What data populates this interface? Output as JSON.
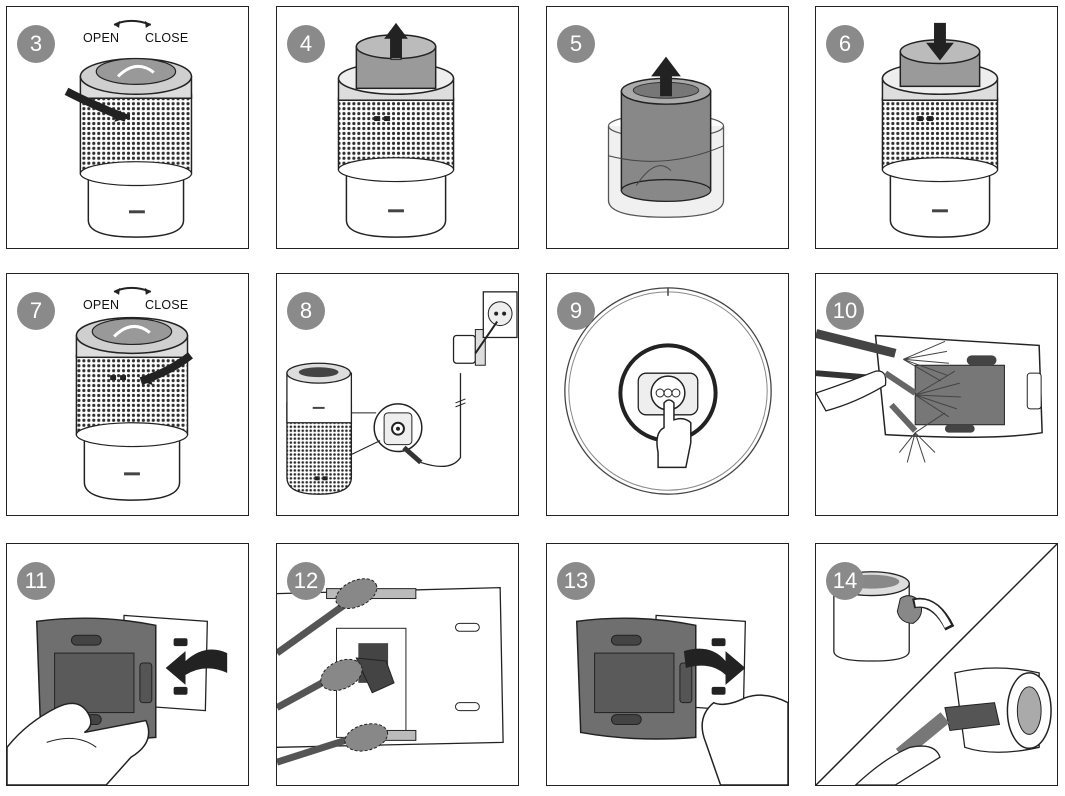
{
  "steps": [
    {
      "number": "3",
      "labels": {
        "open": "OPEN",
        "close": "CLOSE"
      }
    },
    {
      "number": "4"
    },
    {
      "number": "5"
    },
    {
      "number": "6"
    },
    {
      "number": "7",
      "labels": {
        "open": "OPEN",
        "close": "CLOSE"
      }
    },
    {
      "number": "8"
    },
    {
      "number": "9"
    },
    {
      "number": "10"
    },
    {
      "number": "11"
    },
    {
      "number": "12"
    },
    {
      "number": "13"
    },
    {
      "number": "14"
    }
  ],
  "colors": {
    "badge": "#8a8a8a",
    "line": "#222222",
    "mesh": "#3a3a3a",
    "cap": "#9a9a9a"
  }
}
